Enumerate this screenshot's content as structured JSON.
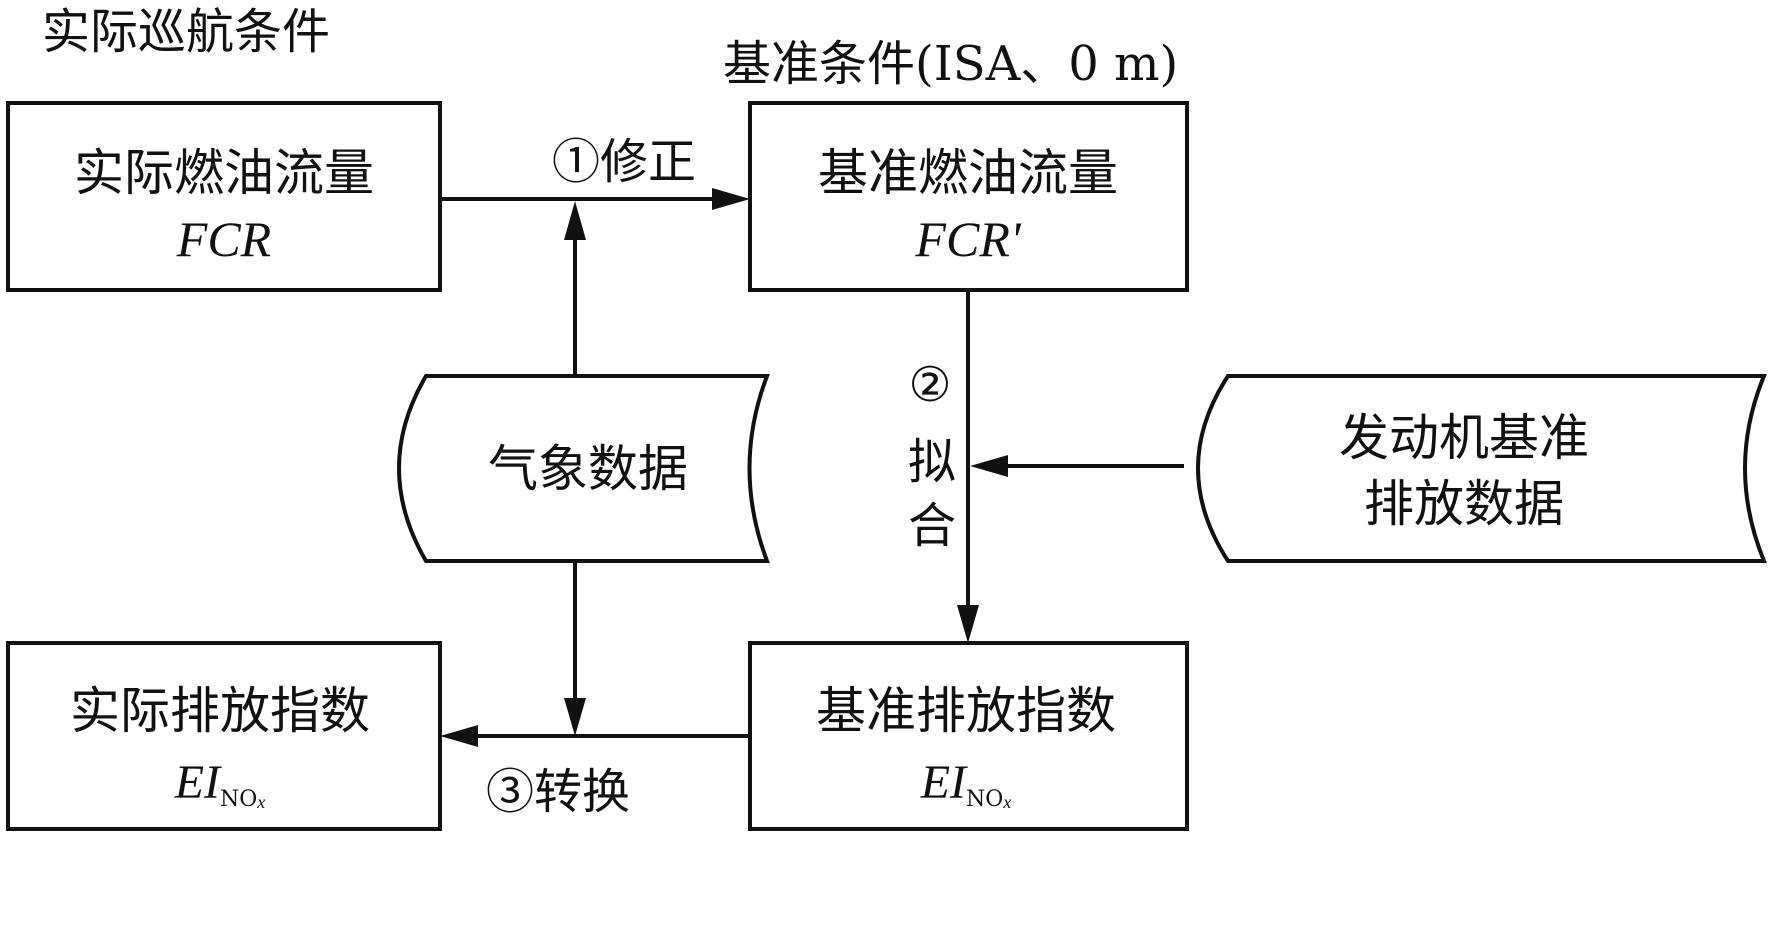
{
  "labels": {
    "actual_cruise": "实际巡航条件",
    "reference_condition": "基准条件(ISA、0 m)"
  },
  "boxes": {
    "actual_fuel_flow": {
      "title": "实际燃油流量",
      "symbol": "FCR"
    },
    "reference_fuel_flow": {
      "title": "基准燃油流量",
      "symbol": "FCR'"
    },
    "actual_emission_index": {
      "title": "实际排放指数",
      "symbol": "EI",
      "subscript": "NO",
      "subscript_var": "x"
    },
    "reference_emission_index": {
      "title": "基准排放指数",
      "symbol": "EI",
      "subscript": "NO",
      "subscript_var": "x"
    }
  },
  "data_stores": {
    "weather": {
      "line1": "气象数据"
    },
    "engine_reference": {
      "line1": "发动机基准",
      "line2": "排放数据"
    }
  },
  "steps": {
    "correction": "①修正",
    "fit_number": "②",
    "fit_char1": "拟",
    "fit_char2": "合",
    "conversion": "③转换"
  }
}
